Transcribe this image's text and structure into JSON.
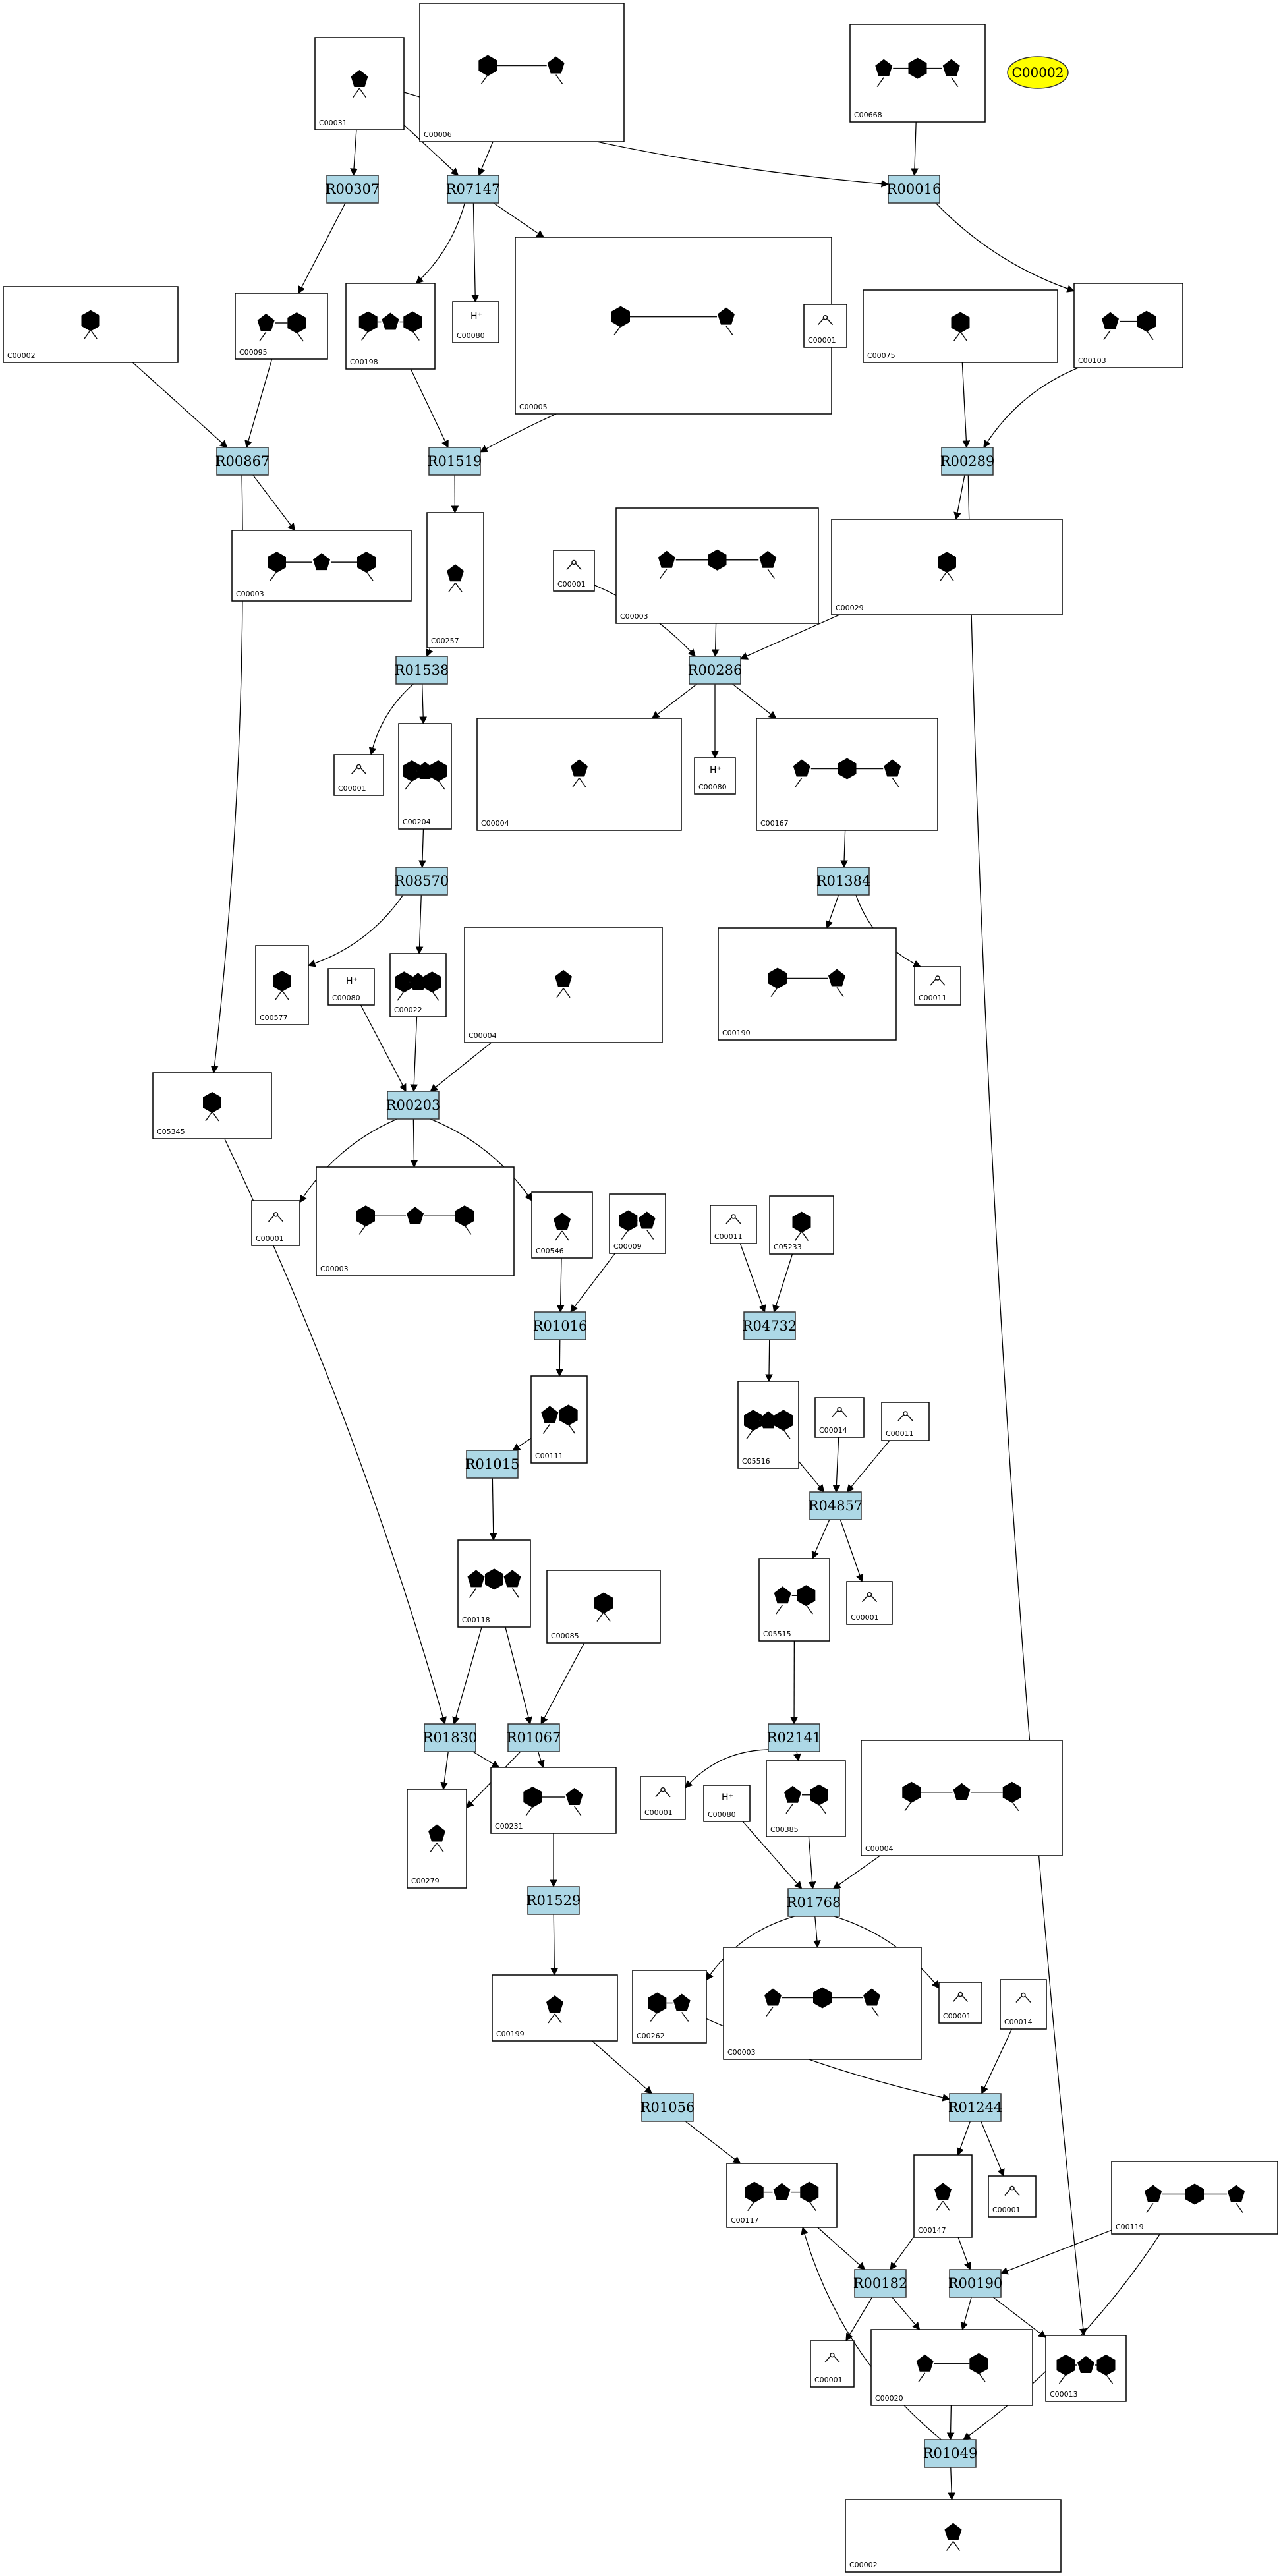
{
  "colors": {
    "reaction_fill": "#ADD8E6",
    "target_fill": "#FFFF00",
    "compound_fill": "#FFFFFF",
    "edge": "#000000"
  },
  "target": {
    "label": "C00002"
  },
  "reactions": [
    {
      "id": "R00307"
    },
    {
      "id": "R07147"
    },
    {
      "id": "R00016"
    },
    {
      "id": "R00867"
    },
    {
      "id": "R01519"
    },
    {
      "id": "R00289"
    },
    {
      "id": "R01538"
    },
    {
      "id": "R00286"
    },
    {
      "id": "R08570"
    },
    {
      "id": "R01384"
    },
    {
      "id": "R00203"
    },
    {
      "id": "R01016"
    },
    {
      "id": "R04732"
    },
    {
      "id": "R01015"
    },
    {
      "id": "R04857"
    },
    {
      "id": "R01830"
    },
    {
      "id": "R01067"
    },
    {
      "id": "R02141"
    },
    {
      "id": "R01529"
    },
    {
      "id": "R01768"
    },
    {
      "id": "R01056"
    },
    {
      "id": "R01244"
    },
    {
      "id": "R00182"
    },
    {
      "id": "R00190"
    },
    {
      "id": "R01049"
    }
  ],
  "compounds": [
    {
      "id": "C00031"
    },
    {
      "id": "C00006"
    },
    {
      "id": "C00668"
    },
    {
      "id": "C00002"
    },
    {
      "id": "C00095"
    },
    {
      "id": "C00198"
    },
    {
      "id": "C00080",
      "text": "H⁺"
    },
    {
      "id": "C00005"
    },
    {
      "id": "C00001"
    },
    {
      "id": "C00075"
    },
    {
      "id": "C00103"
    },
    {
      "id": "C00003"
    },
    {
      "id": "C00257"
    },
    {
      "id": "C00001"
    },
    {
      "id": "C00003"
    },
    {
      "id": "C00029"
    },
    {
      "id": "C00001"
    },
    {
      "id": "C00204"
    },
    {
      "id": "C00004"
    },
    {
      "id": "C00080",
      "text": "H⁺"
    },
    {
      "id": "C00167"
    },
    {
      "id": "C00577"
    },
    {
      "id": "C00080",
      "text": "H⁺"
    },
    {
      "id": "C00022"
    },
    {
      "id": "C00004"
    },
    {
      "id": "C00190"
    },
    {
      "id": "C00011"
    },
    {
      "id": "C05345"
    },
    {
      "id": "C00001"
    },
    {
      "id": "C00003"
    },
    {
      "id": "C00546"
    },
    {
      "id": "C00009"
    },
    {
      "id": "C00011"
    },
    {
      "id": "C05233"
    },
    {
      "id": "C00111"
    },
    {
      "id": "C05516"
    },
    {
      "id": "C00014"
    },
    {
      "id": "C00011"
    },
    {
      "id": "C00118"
    },
    {
      "id": "C00085"
    },
    {
      "id": "C05515"
    },
    {
      "id": "C00001"
    },
    {
      "id": "C00279"
    },
    {
      "id": "C00231"
    },
    {
      "id": "C00001"
    },
    {
      "id": "C00080",
      "text": "H⁺"
    },
    {
      "id": "C00385"
    },
    {
      "id": "C00004"
    },
    {
      "id": "C00199"
    },
    {
      "id": "C00262"
    },
    {
      "id": "C00003"
    },
    {
      "id": "C00001"
    },
    {
      "id": "C00014"
    },
    {
      "id": "C00117"
    },
    {
      "id": "C00147"
    },
    {
      "id": "C00001"
    },
    {
      "id": "C00119"
    },
    {
      "id": "C00001"
    },
    {
      "id": "C00020"
    },
    {
      "id": "C00013"
    },
    {
      "id": "C00002"
    }
  ]
}
